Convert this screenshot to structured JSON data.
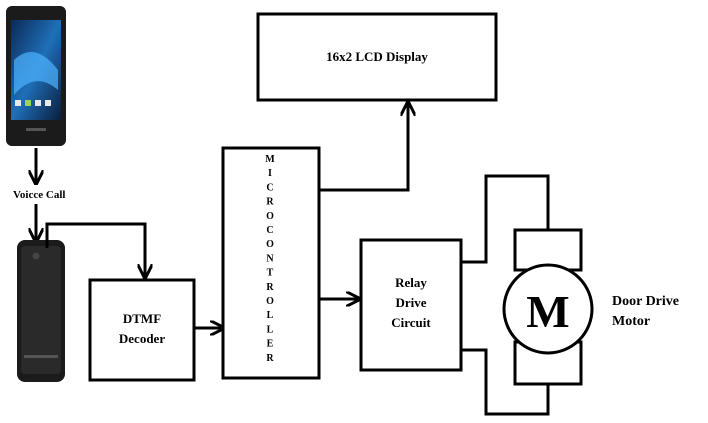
{
  "blocks": {
    "lcd": "16x2 LCD Display",
    "voice_call": "Voicce Call",
    "dtmf_line1": "DTMF",
    "dtmf_line2": "Decoder",
    "mcu_letters": [
      "M",
      "I",
      "C",
      "R",
      "O",
      "C",
      "O",
      "N",
      "T",
      "R",
      "O",
      "L",
      "L",
      "E",
      "R"
    ],
    "relay_line1": "Relay",
    "relay_line2": "Drive",
    "relay_line3": "Circuit",
    "motor_symbol": "M",
    "motor_label_line1": "Door Drive",
    "motor_label_line2": "Motor"
  },
  "icons": {
    "phone_top": "smartphone-icon",
    "phone_bottom": "mobile-phone-icon"
  },
  "colors": {
    "phone_body": "#1b1b1b",
    "screen_blue": "#1f6fb8"
  }
}
